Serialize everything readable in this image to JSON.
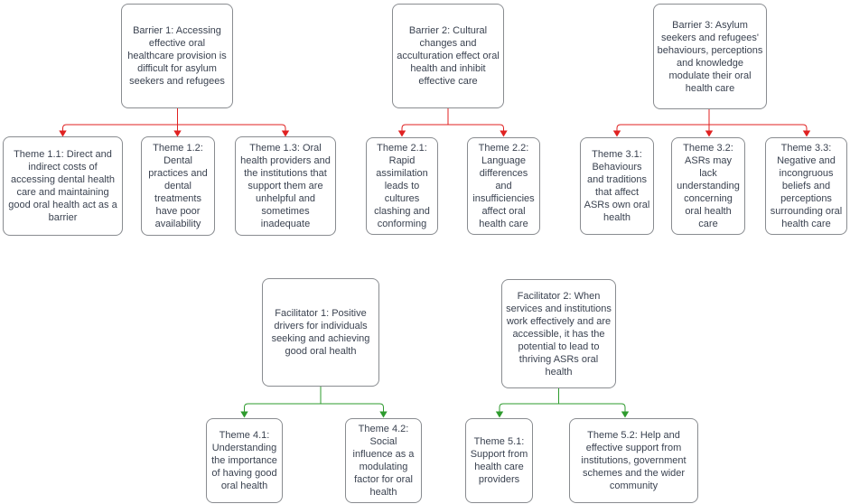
{
  "diagram": {
    "type": "thematic-map",
    "connector_colors": {
      "barrier": "#e02222",
      "facilitator": "#2e9b2e"
    },
    "node_style": {
      "border_color": "#898c90",
      "text_color": "#3a4250",
      "background": "#ffffff"
    },
    "nodes": {
      "barrier1": {
        "label": "Barrier 1: Accessing effective oral healthcare provision is difficult for asylum seekers and refugees"
      },
      "theme11": {
        "label": "Theme 1.1: Direct and indirect costs of accessing dental health care and maintaining good oral health act as a barrier"
      },
      "theme12": {
        "label": "Theme 1.2: Dental practices and dental treatments have poor availability"
      },
      "theme13": {
        "label": "Theme 1.3: Oral health providers and the institutions that support them are unhelpful and sometimes inadequate"
      },
      "barrier2": {
        "label": "Barrier 2: Cultural changes and acculturation effect oral health and inhibit effective care"
      },
      "theme21": {
        "label": "Theme 2.1: Rapid assimilation leads to cultures clashing and conforming"
      },
      "theme22": {
        "label": "Theme 2.2: Language differences and insufficiencies affect oral health care"
      },
      "barrier3": {
        "label": "Barrier 3: Asylum seekers and refugees' behaviours, perceptions and knowledge modulate their oral health care"
      },
      "theme31": {
        "label": "Theme 3.1: Behaviours and traditions that affect ASRs own oral health"
      },
      "theme32": {
        "label": "Theme 3.2: ASRs may lack understanding concerning oral health care"
      },
      "theme33": {
        "label": "Theme 3.3: Negative and incongruous beliefs and perceptions surrounding oral health care"
      },
      "facilitator1": {
        "label": "Facilitator 1: Positive drivers for individuals seeking and achieving good oral health"
      },
      "theme41": {
        "label": "Theme 4.1: Understanding the importance of having good oral health"
      },
      "theme42": {
        "label": "Theme 4.2: Social influence as a modulating factor for oral health"
      },
      "facilitator2": {
        "label": "Facilitator 2: When services and institutions work effectively and are accessible, it has the potential to lead to thriving ASRs oral health"
      },
      "theme51": {
        "label": "Theme 5.1: Support from health care providers"
      },
      "theme52": {
        "label": "Theme 5.2: Help and effective support from institutions, government schemes and the wider community"
      }
    }
  }
}
